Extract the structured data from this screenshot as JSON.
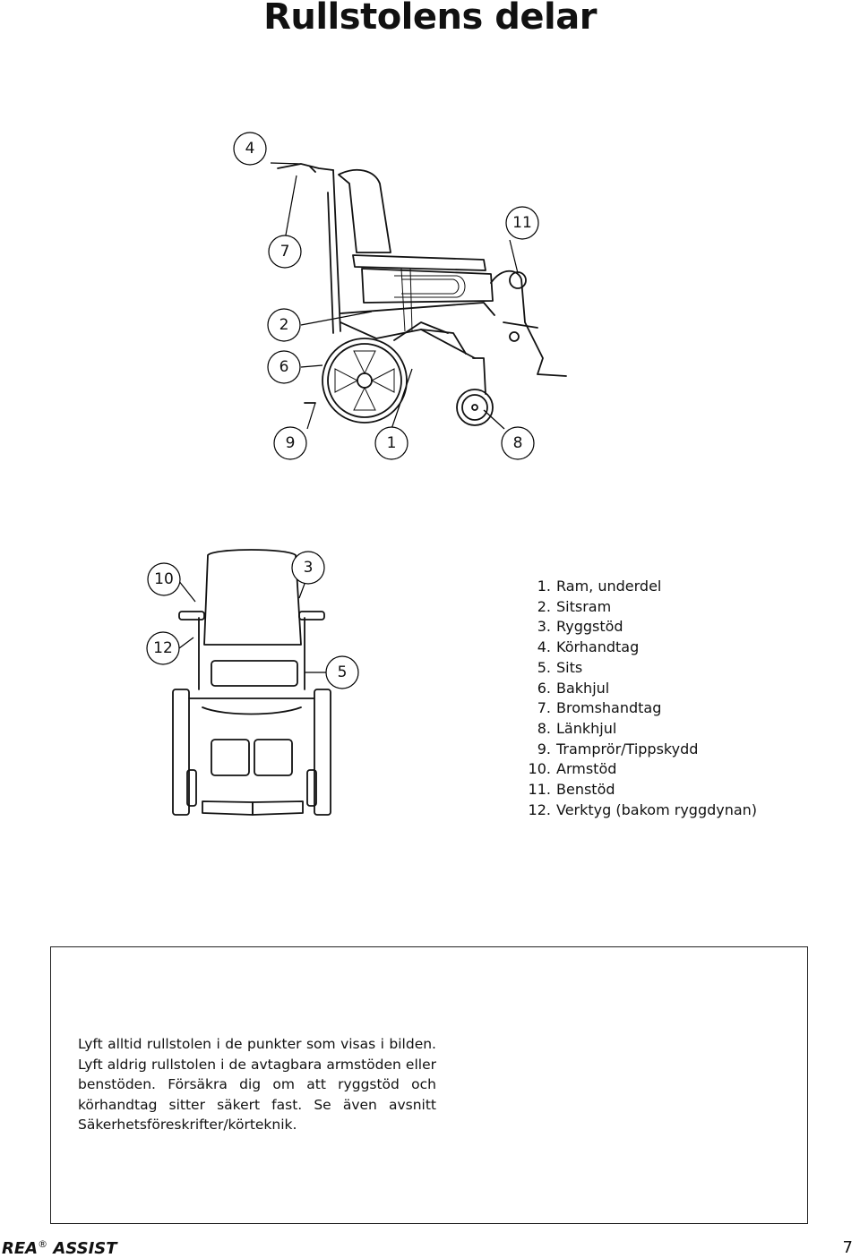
{
  "title": "Rullstolens delar",
  "callouts": [
    "4",
    "7",
    "11",
    "2",
    "6",
    "9",
    "1",
    "8",
    "10",
    "3",
    "12",
    "5"
  ],
  "legend": [
    {
      "num": "1.",
      "label": "Ram, underdel"
    },
    {
      "num": "2.",
      "label": "Sitsram"
    },
    {
      "num": "3.",
      "label": "Ryggstöd"
    },
    {
      "num": "4.",
      "label": "Körhandtag"
    },
    {
      "num": "5.",
      "label": "Sits"
    },
    {
      "num": "6.",
      "label": "Bakhjul"
    },
    {
      "num": "7.",
      "label": "Bromshandtag"
    },
    {
      "num": "8.",
      "label": "Länkhjul"
    },
    {
      "num": "9.",
      "label": "Tramprör/Tippskydd"
    },
    {
      "num": "10.",
      "label": "Armstöd"
    },
    {
      "num": "11.",
      "label": "Benstöd"
    },
    {
      "num": "12.",
      "label": "Verktyg (bakom ryggdynan)"
    }
  ],
  "note": "Lyft alltid rullstolen i de punkter som visas i bilden. Lyft aldrig rullstolen i de avtagbara armstöden eller benstöden. Försäkra dig om att ryggstöd och körhandtag sitter säkert fast. Se även avsnitt Säkerhetsföreskrifter/körteknik.",
  "footer": {
    "brand": "REA",
    "reg": "®",
    "product": "ASSIST",
    "page": "7"
  }
}
